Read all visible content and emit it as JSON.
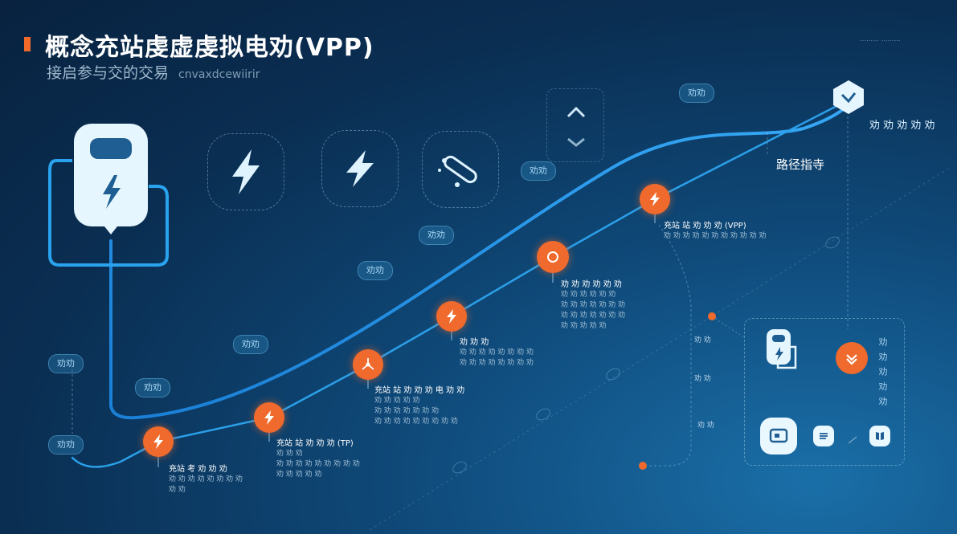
{
  "header": {
    "title": "概念充站虔虚虔拟电劝(VPP)",
    "subtitle": "接启参与交的交易",
    "subtitle_en": "cnvaxdcewiirir",
    "corner_text": "………  ………"
  },
  "pills": {
    "p1": "劝劝",
    "p2": "劝劝",
    "p3": "劝劝",
    "p4": "劝劝",
    "p5": "劝劝",
    "p6": "劝劝",
    "p7": "劝劝",
    "p8": "劝劝"
  },
  "nodes": [
    {
      "icon": "bolt-icon",
      "title": "充站 考 劝 劝 劝",
      "lines": [
        "劝 劝 劝 劝 劝 劝 劝 劝",
        "劝 劝"
      ]
    },
    {
      "icon": "bolt-icon",
      "title": "充站 站 劝 劝 劝 (TP)",
      "lines": [
        "劝 劝 劝",
        "劝 劝 劝 劝 劝 劝 劝 劝 劝",
        "劝 劝 劝 劝 劝"
      ]
    },
    {
      "icon": "network-icon",
      "title": "充站 站 劝 劝 劝 电 劝 劝",
      "lines": [
        "劝 劝 劝 劝 劝",
        "劝 劝 劝 劝 劝 劝 劝",
        "劝 劝 劝 劝 劝 劝 劝 劝 劝"
      ]
    },
    {
      "icon": "bolt-icon",
      "title": "劝 劝 劝",
      "lines": [
        "劝 劝 劝 劝 劝 劝 劝 劝",
        "劝 劝 劝 劝 劝 劝 劝 劝"
      ]
    },
    {
      "icon": "ring-icon",
      "title": "劝 劝 劝 劝 劝 劝",
      "lines": [
        "劝 劝 劝 劝 劝 劝",
        "劝 劝 劝 劝 劝 劝 劝",
        "劝 劝 劝 劝 劝 劝 劝",
        "劝 劝 劝 劝 劝"
      ]
    },
    {
      "icon": "bolt-icon",
      "title": "充站 站 劝 劝 劝 (VPP)",
      "lines": [
        "劝 劝 劝 劝 劝 劝 劝 劝 劝 劝 劝"
      ]
    }
  ],
  "route_label": "路径指寺",
  "right_title": "劝 劝 劝 劝 劝",
  "side_labels": [
    "劝 劝",
    "劝 劝",
    "劝 劝"
  ],
  "vertical_text": "劝 劝 劝 劝 劝",
  "colors": {
    "accent_orange": "#ef6a2c",
    "line_blue": "#1f8de0",
    "light_tile": "#e9f7ff"
  }
}
